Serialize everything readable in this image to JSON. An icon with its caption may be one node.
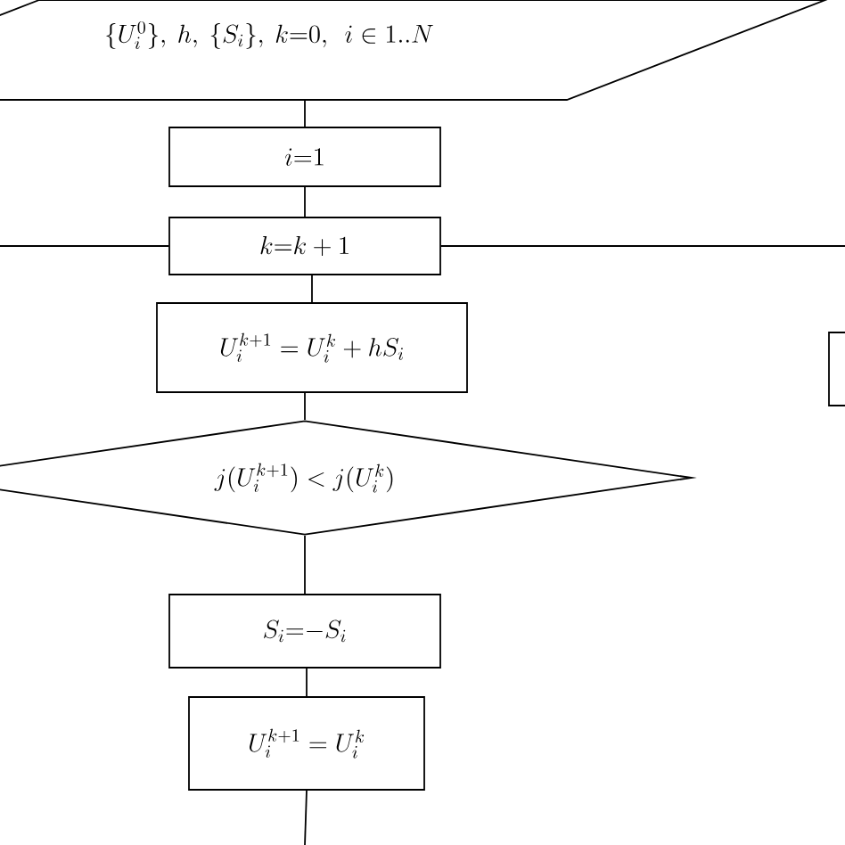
{
  "diagram": {
    "nodes": [
      {
        "text": [
          "\\{U_i^{0}\\},\\ h,\\ \\{S_i\\},\\ k{=}0,\\ \\ i\\in 1..N"
        ]
      },
      {
        "text": [
          "i{=}1"
        ]
      },
      {
        "text": [
          "k{=}k+1"
        ]
      },
      {
        "text": [
          "U_i^{k+1}=U_i^{k}+hS_i"
        ]
      },
      {
        "text": [
          "j(U_i^{k+1})<j(U_i^{k})"
        ]
      },
      {
        "text": [
          "S_i{=}{-}S_i"
        ]
      },
      {
        "text": [
          "U_i^{k+1}=U_i^{k}"
        ]
      },
      {
        "text": [],
        "shape": "box"
      }
    ],
    "edges": [
      {
        "from": 0,
        "to": 1,
        "arrow": "none"
      },
      {
        "from": 1,
        "to": 2,
        "arrow": "none"
      },
      {
        "from": 2,
        "to": 3,
        "arrow": "none"
      },
      {
        "from": 3,
        "to": 4,
        "arrow": "none"
      },
      {
        "from": 4,
        "to": 5,
        "arrow": "none"
      },
      {
        "from": 5,
        "to": 6,
        "arrow": "none"
      },
      {
        "from": null,
        "to": 2,
        "arrow": "none"
      },
      {
        "from": 2,
        "to": null,
        "arrow": "none"
      },
      {
        "from": 6,
        "to": null,
        "arrow": "none"
      }
    ]
  }
}
